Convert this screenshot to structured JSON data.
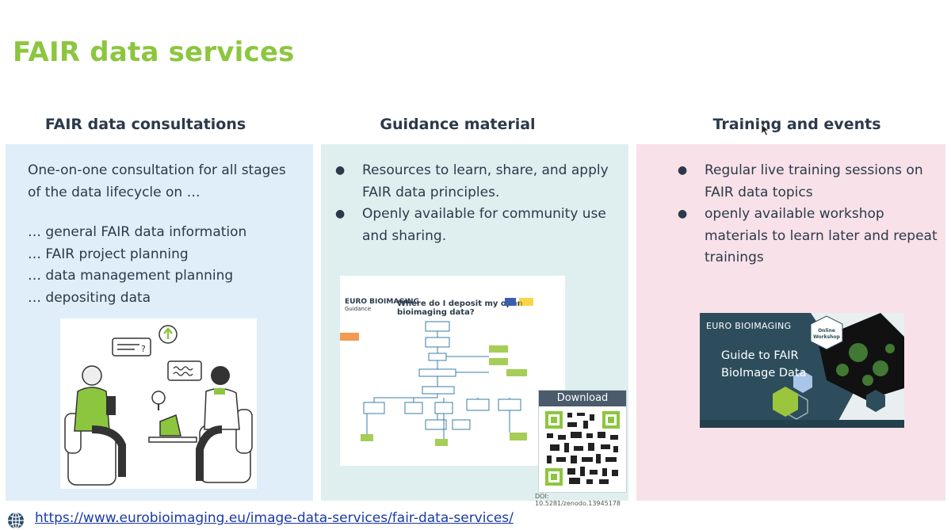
{
  "slide": {
    "title": "FAIR data services"
  },
  "columns": [
    {
      "heading": "FAIR data consultations",
      "intro": "One-on-one consultation for all stages of the data lifecycle on …",
      "items": [
        "… general FAIR data information",
        "… FAIR project planning",
        "… data management planning",
        "… depositing data"
      ]
    },
    {
      "heading": "Guidance material",
      "bullets": [
        "Resources to learn, share, and apply FAIR data principles.",
        "Openly available for community use and sharing."
      ],
      "poster_logo": "EURO BIOIMAGING",
      "poster_logo_sub": "Guidance",
      "poster_title": "Where do I deposit my open bioimaging data?",
      "download_label": "Download",
      "doi": "DOI: 10.5281/zenodo.13945178"
    },
    {
      "heading": "Training and events",
      "bullets": [
        "Regular live training sessions on FAIR data topics",
        "openly available workshop materials to learn later and repeat trainings"
      ],
      "banner_logo": "EURO BIOIMAGING",
      "banner_title_1": "Guide to FAIR",
      "banner_title_2": "BioImage Data",
      "banner_badge": "Online Workshop"
    }
  ],
  "footer": {
    "link": "https://www.eurobioimaging.eu/image-data-services/fair-data-services/"
  },
  "colors": {
    "title_green": "#8cc63f",
    "panel_blue": "#dfeef9",
    "panel_teal": "#dfefef",
    "panel_pink": "#f8e1e8",
    "link_blue": "#1a3aa8"
  },
  "icons": [
    "globe-icon",
    "cursor-icon",
    "qr-code"
  ]
}
